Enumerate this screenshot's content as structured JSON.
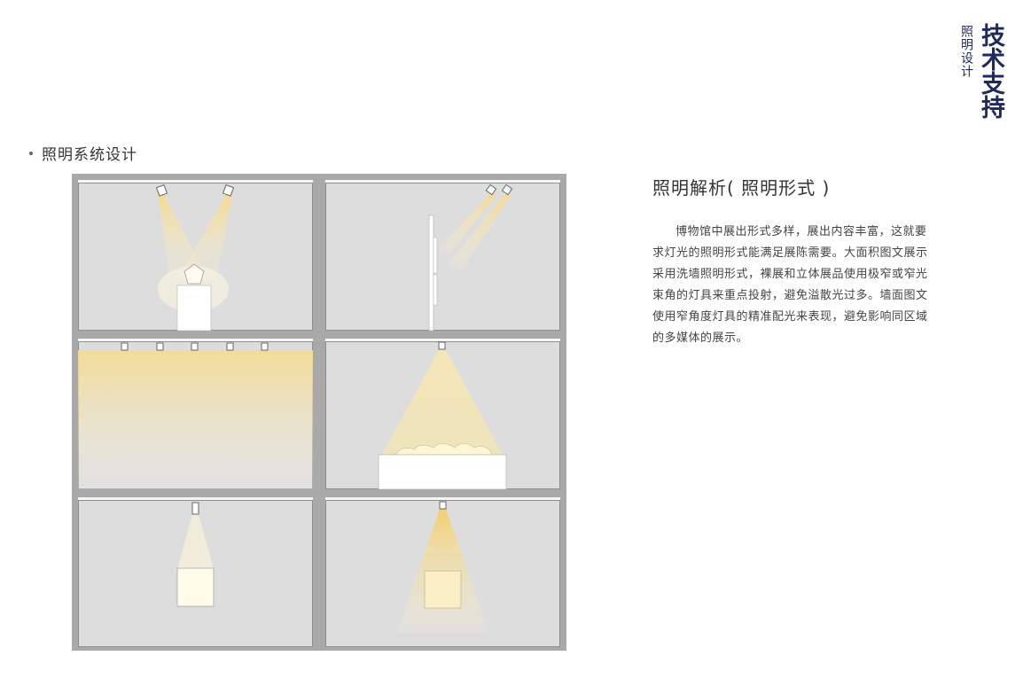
{
  "brand": {
    "small": "照明设计",
    "big": "技术支持"
  },
  "section_title": "照明系统设计",
  "analysis": {
    "title": "照明解析( 照明形式 )",
    "body": "博物馆中展出形式多样，展出内容丰富，这就要求灯光的照明形式能满足展陈需要。大面积图文展示采用洗墙照明形式，裸展和立体展品使用极窄或窄光束角的灯具来重点投射，避免溢散光过多。墙面图文使用窄角度灯具的精准配光来表现，避免影响同区域的多媒体的展示。"
  },
  "colors": {
    "accent": "#1f2a5c",
    "light": "#f3dc8e",
    "wall": "#dddddd",
    "frame": "#a9a9a9"
  }
}
